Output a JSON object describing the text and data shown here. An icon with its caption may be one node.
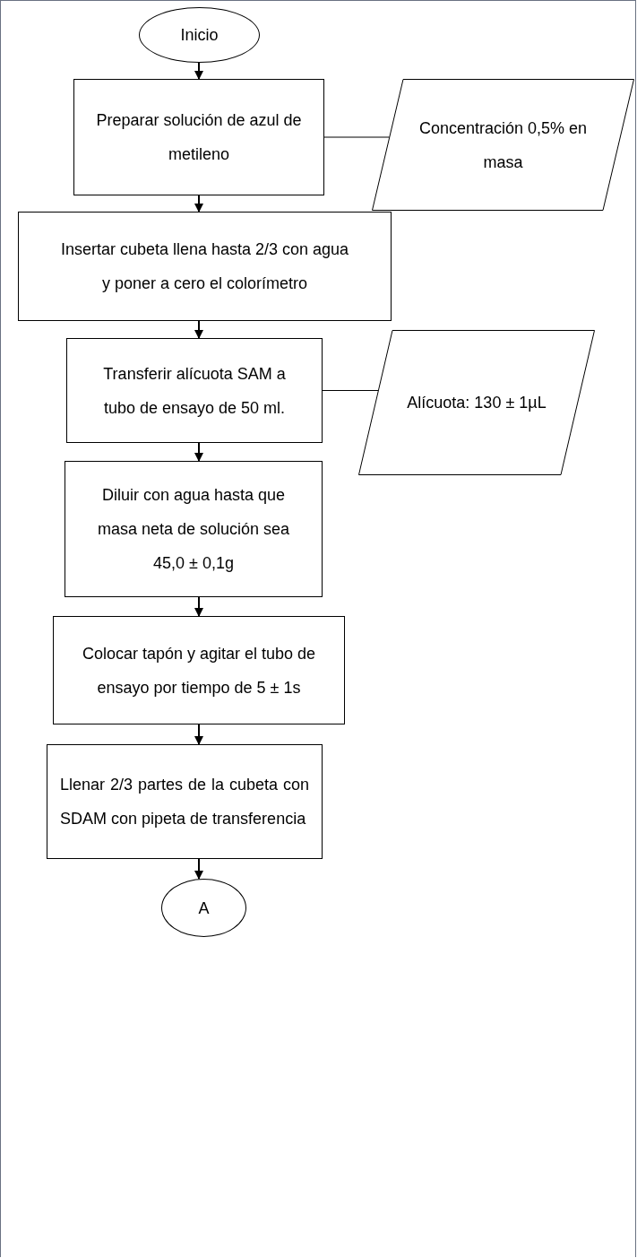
{
  "diagram": {
    "nodes": [
      {
        "text": [
          "Inicio"
        ]
      },
      {
        "text": [
          "Preparar solución de azul de metileno"
        ]
      },
      {
        "text": [
          "Concentración 0,5% en masa"
        ]
      },
      {
        "text": [
          "Insertar cubeta llena hasta 2/3 con agua y poner a cero el colorímetro"
        ]
      },
      {
        "text": [
          "Transferir alícuota SAM a tubo de ensayo de 50 ml."
        ]
      },
      {
        "text": [
          "Alícuota: 130 ± 1µL"
        ]
      },
      {
        "text": [
          "Diluir con agua hasta que masa neta de solución sea 45,0 ± 0,1g"
        ]
      },
      {
        "text": [
          "Colocar tapón y agitar el tubo de ensayo por tiempo de 5 ± 1s"
        ]
      },
      {
        "text": [
          "Llenar 2/3 partes de la cubeta con SDAM con pipeta de transferencia"
        ]
      },
      {
        "text": [
          "A"
        ]
      }
    ],
    "edges": [
      {
        "from": 0,
        "to": 1,
        "arrow": "to"
      },
      {
        "from": 1,
        "to": 2,
        "arrow": "none"
      },
      {
        "from": 1,
        "to": 3,
        "arrow": "to"
      },
      {
        "from": 3,
        "to": 4,
        "arrow": "to"
      },
      {
        "from": 4,
        "to": 5,
        "arrow": "none"
      },
      {
        "from": 4,
        "to": 6,
        "arrow": "to"
      },
      {
        "from": 6,
        "to": 7,
        "arrow": "to"
      },
      {
        "from": 7,
        "to": 8,
        "arrow": "to"
      },
      {
        "from": 8,
        "to": 9,
        "arrow": "to"
      }
    ]
  }
}
